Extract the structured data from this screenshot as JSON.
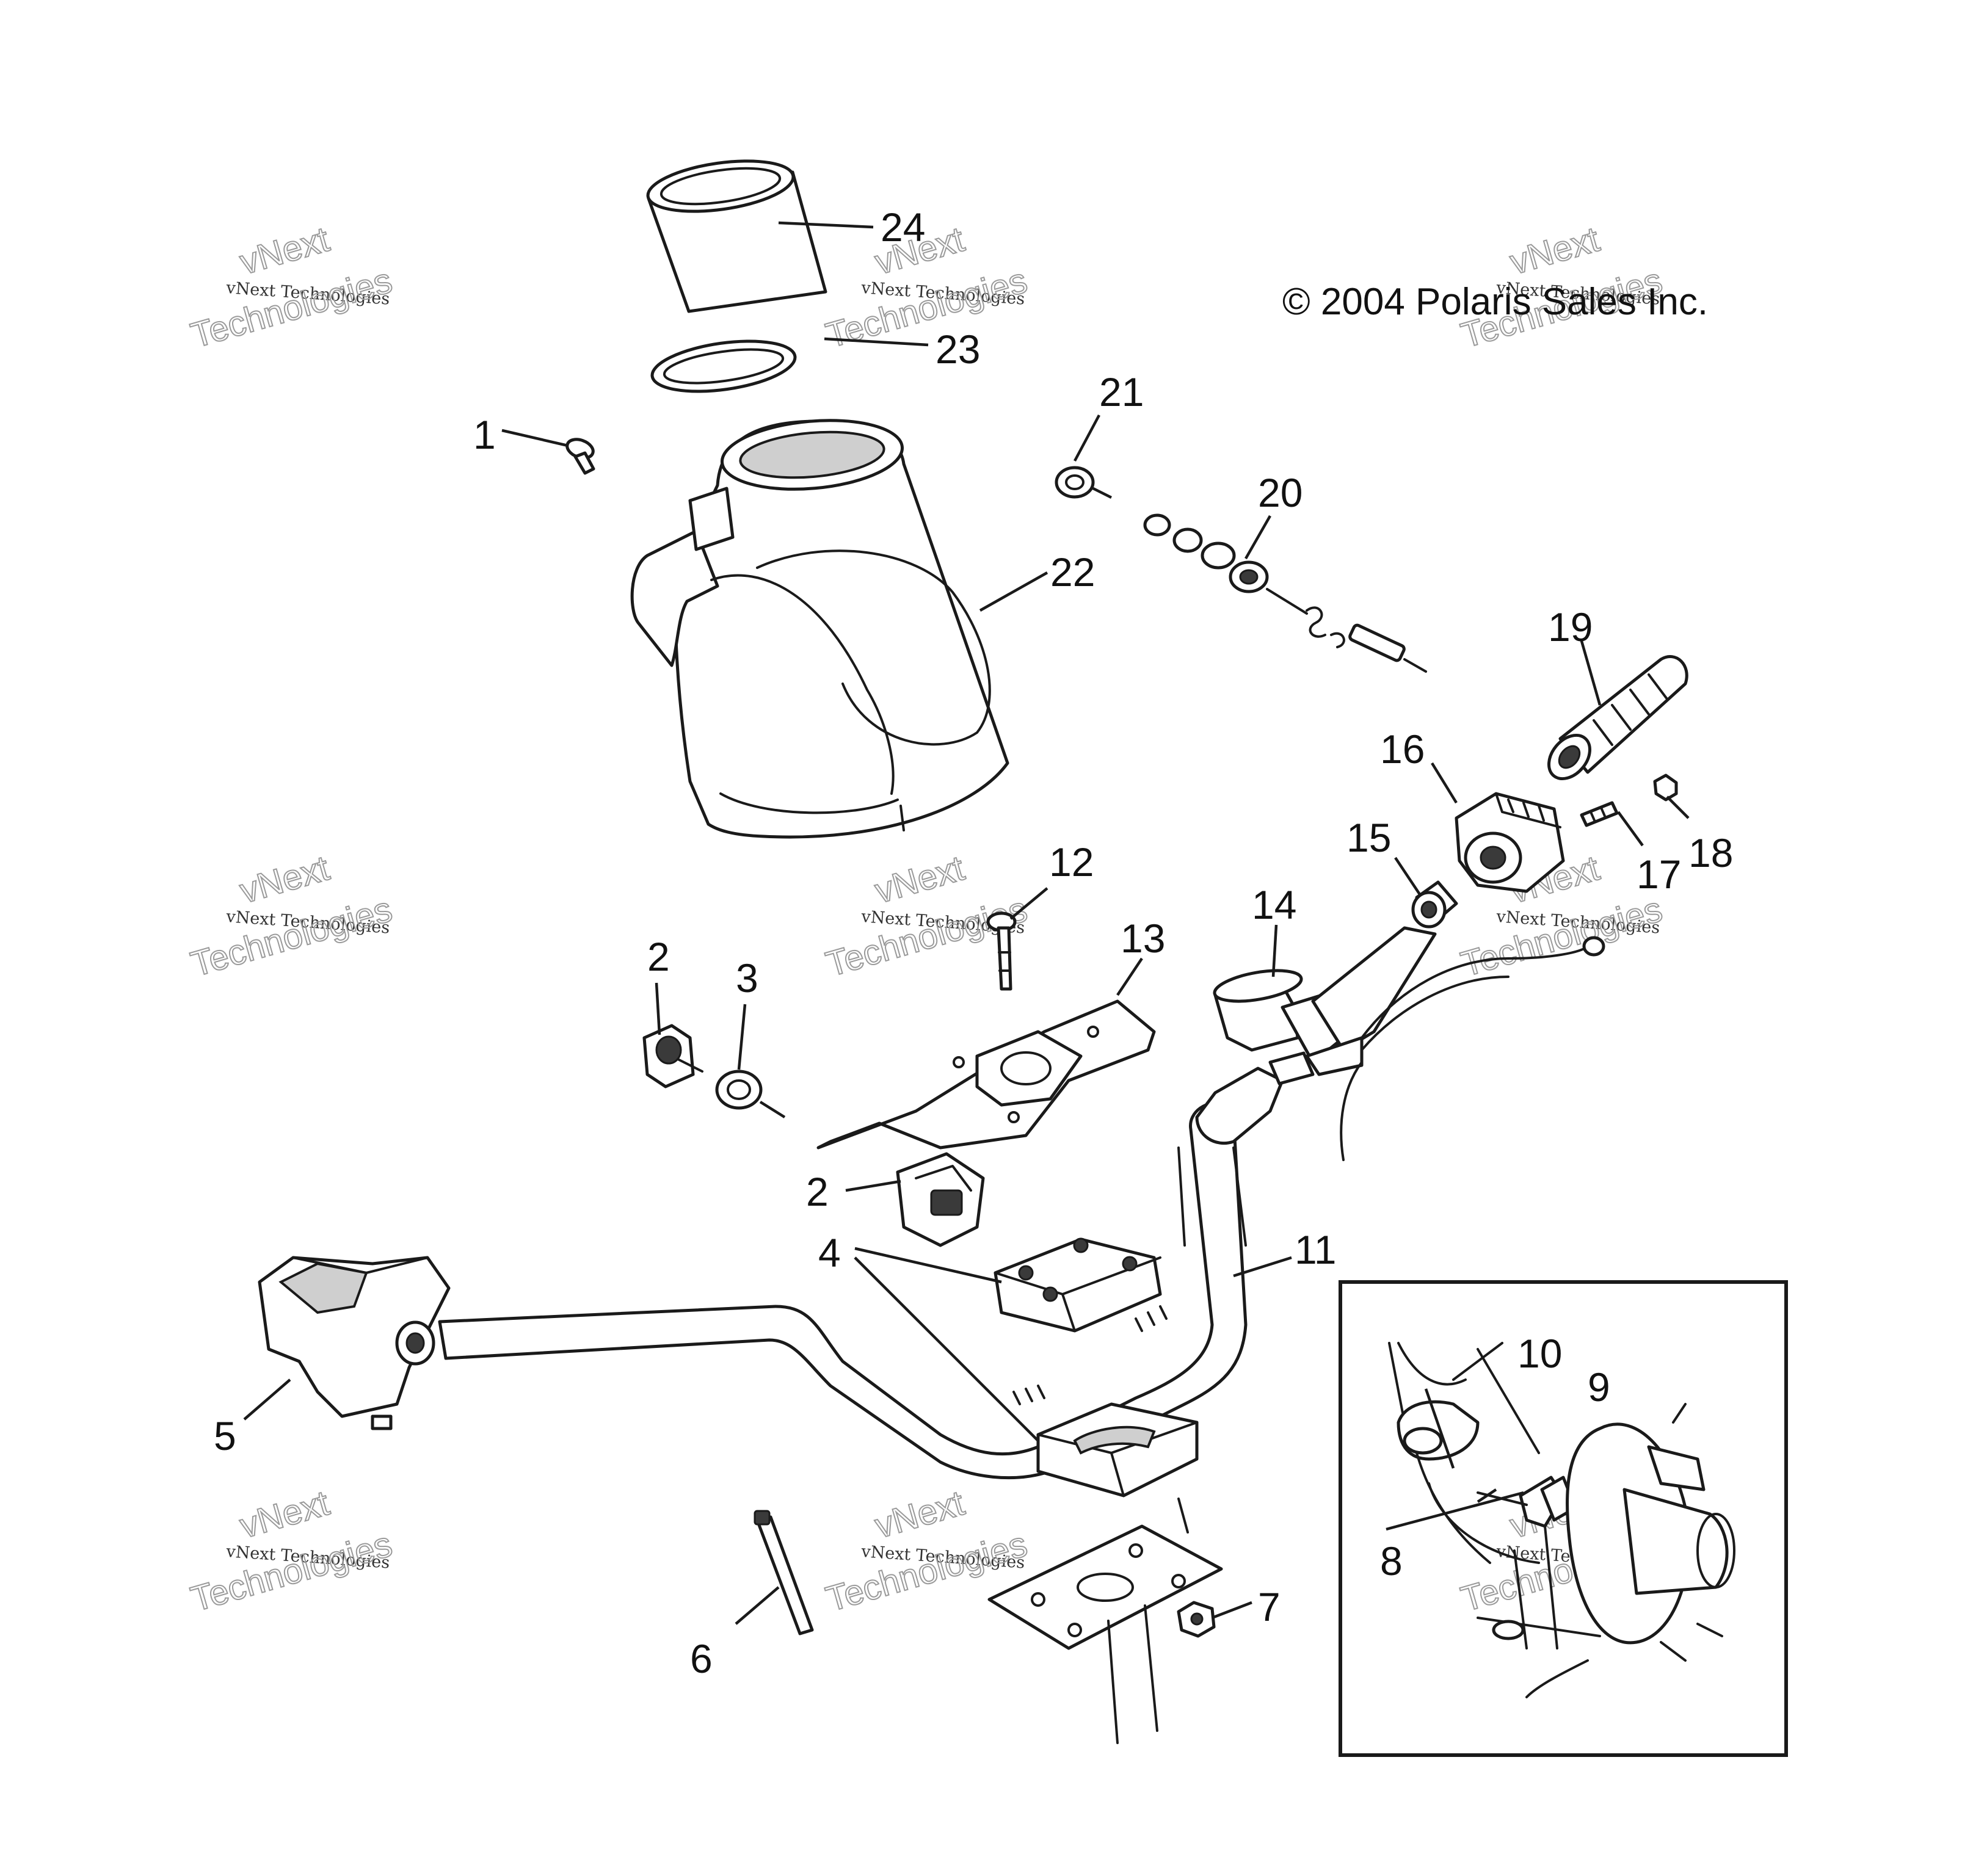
{
  "copyright": "© 2004 Polaris Sales Inc.",
  "watermark": {
    "small": "vNext Technologies",
    "big_top": "vNext",
    "big_bottom": "Technologies"
  },
  "callouts": {
    "c1": "1",
    "c2a": "2",
    "c2b": "2",
    "c3": "3",
    "c4": "4",
    "c5": "5",
    "c6": "6",
    "c7": "7",
    "c8": "8",
    "c9": "9",
    "c10": "10",
    "c11": "11",
    "c12": "12",
    "c13": "13",
    "c14": "14",
    "c15": "15",
    "c16": "16",
    "c17": "17",
    "c18": "18",
    "c19": "19",
    "c20": "20",
    "c21": "21",
    "c22": "22",
    "c23": "23",
    "c24": "24"
  }
}
